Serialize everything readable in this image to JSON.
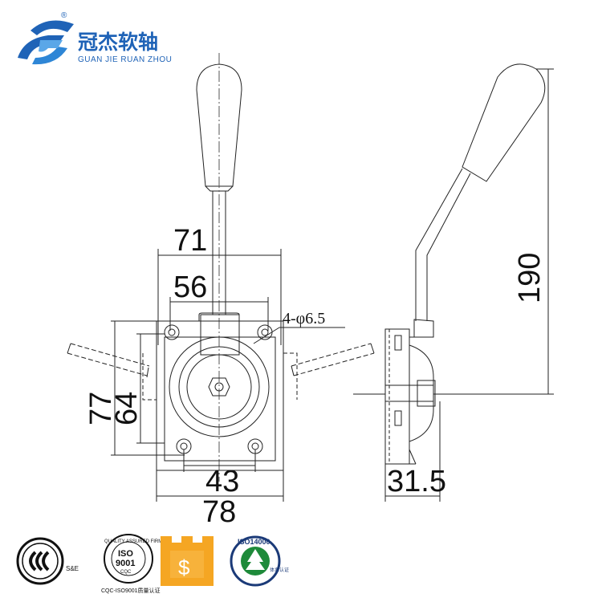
{
  "brand": {
    "name_cn": "冠杰软轴",
    "name_en": "GUAN JIE RUAN ZHOU",
    "registered_mark": "®",
    "color": "#1f63b7"
  },
  "dimensions": {
    "d71": "71",
    "d56": "56",
    "d77": "77",
    "d64": "64",
    "d43": "43",
    "d78": "78",
    "d31_5": "31.5",
    "d190": "190",
    "hole_spec": "4-φ6.5"
  },
  "badges": {
    "ccc_text": "S&E",
    "iso_ring": "QUALITY ASSURED FIRM",
    "iso_label": "ISO",
    "iso_number": "9001",
    "iso_sub": "CQC",
    "iso_caption": "CQC-ISO9001质量认证",
    "iso14000_ring": "ISO14000",
    "iso14000_side": "体系认证",
    "gold_symbol": "$",
    "gold_color": "#f5a623",
    "green_color": "#1e8a3a",
    "navy_color": "#1b3a78"
  }
}
